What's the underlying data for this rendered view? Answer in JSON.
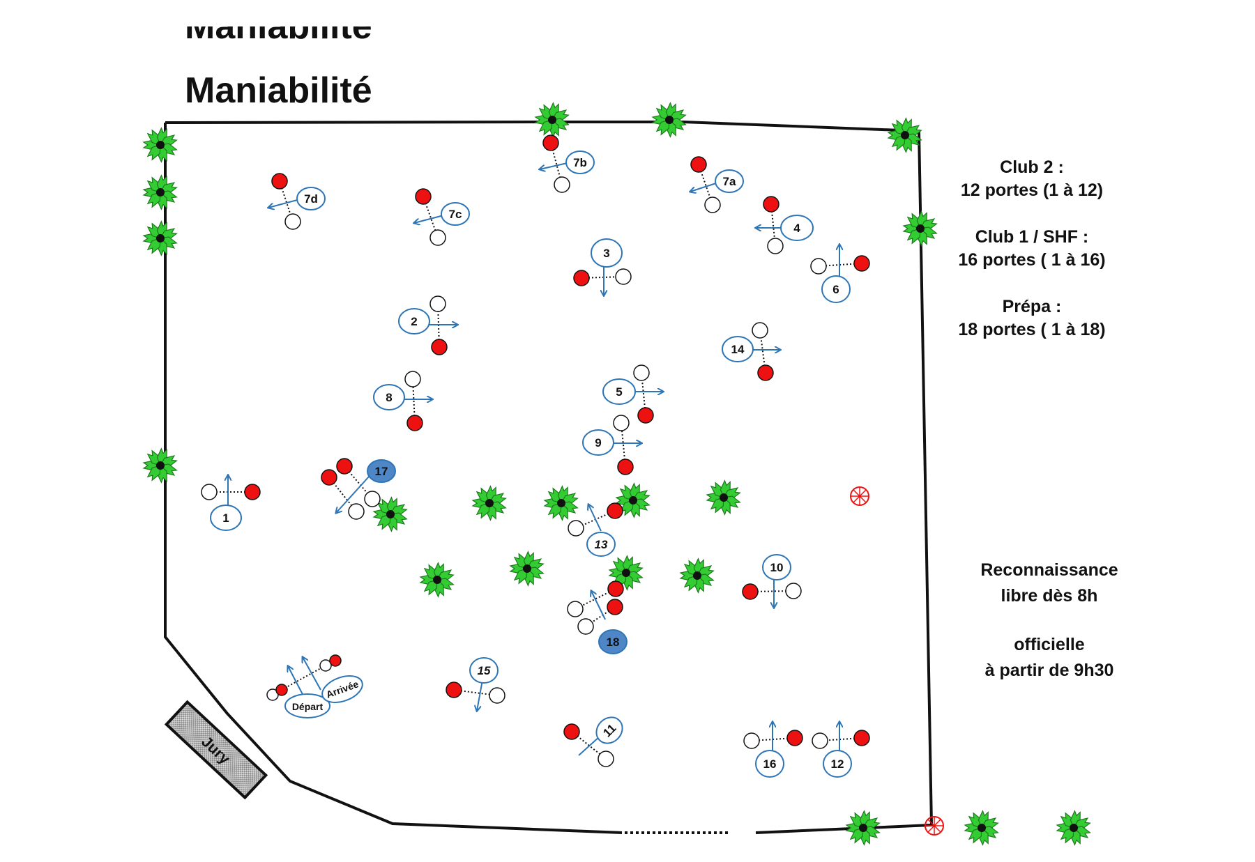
{
  "title": "Maniabilité",
  "levels": [
    {
      "name": "Club 2 :",
      "gates": "12 portes (1 à 12)"
    },
    {
      "name": "Club 1 / SHF :",
      "gates": "16  portes ( 1 à 16)"
    },
    {
      "name": "Prépa :",
      "gates": "18 portes ( 1 à 18)"
    }
  ],
  "reconnaissance": {
    "line1": "Reconnaissance",
    "line2": "libre dès 8h",
    "line3": "officielle",
    "line4": "à partir de 9h30"
  },
  "jury_label": "Jury",
  "start_label": "Départ",
  "finish_label": "Arrivée",
  "gates": [
    {
      "label": "1"
    },
    {
      "label": "2"
    },
    {
      "label": "3"
    },
    {
      "label": "4"
    },
    {
      "label": "5"
    },
    {
      "label": "6"
    },
    {
      "label": "7a"
    },
    {
      "label": "7b"
    },
    {
      "label": "7c"
    },
    {
      "label": "7d"
    },
    {
      "label": "8"
    },
    {
      "label": "9"
    },
    {
      "label": "10"
    },
    {
      "label": "11"
    },
    {
      "label": "12"
    },
    {
      "label": "13"
    },
    {
      "label": "14"
    },
    {
      "label": "15"
    },
    {
      "label": "16"
    },
    {
      "label": "17"
    },
    {
      "label": "18"
    }
  ],
  "colors": {
    "red_marker": "#ee1111",
    "arrow": "#2e75b6",
    "highlight_gate": "#4f86c6",
    "tree": "#33cc33",
    "fence": "#111111"
  }
}
